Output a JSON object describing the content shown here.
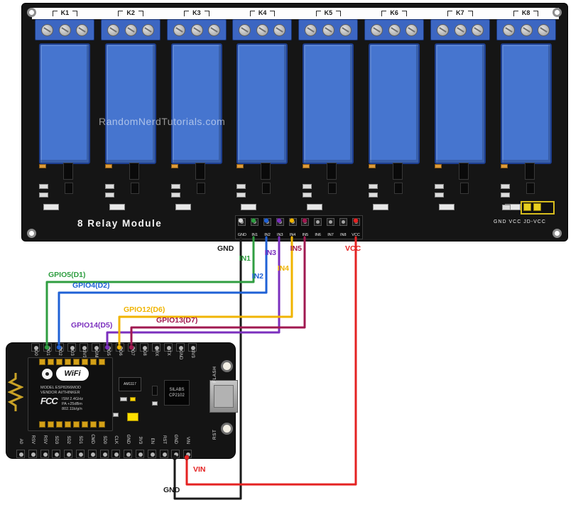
{
  "relay_module": {
    "title": "8 Relay Module",
    "watermark": "RandomNerdTutorials.com",
    "relay_labels": [
      "K1",
      "K2",
      "K3",
      "K4",
      "K5",
      "K6",
      "K7",
      "K8"
    ],
    "header_pins": [
      "GND",
      "IN1",
      "IN2",
      "IN3",
      "IN4",
      "IN5",
      "IN6",
      "IN7",
      "IN8",
      "VCC"
    ],
    "jumper_label": "GND VCC JD-VCC",
    "relay_color": "#4675cf",
    "terminal_color": "#3c66c2"
  },
  "nodemcu": {
    "top_pin_labels": [
      "D0",
      "D1",
      "D2",
      "D3",
      "3V3",
      "GND",
      "D5",
      "D6",
      "D7",
      "D8",
      "RX",
      "TX",
      "GND",
      "3V3"
    ],
    "bottom_pin_labels": [
      "A0",
      "RSV",
      "RSV",
      "SD3",
      "SD2",
      "SD1",
      "CMD",
      "SD0",
      "CLK",
      "GND",
      "3V3",
      "EN",
      "RST",
      "GND",
      "VIN"
    ],
    "wifi_logo_text": "WiFi",
    "esp_module": {
      "model_line": "MODEL ESP8266MOD",
      "vendor_line": "VENDOR AI/THINKER",
      "ism_line": "ISM 2.4GHz",
      "pa_line": "PA +25dBm",
      "wifi_std_line": "802.11b/g/n",
      "fcc_mark": "FCC"
    },
    "regulator_label": "AM1117",
    "usb_chip_line1": "SILABS",
    "usb_chip_line2": "CP2102",
    "flash_button_label": "FLASH",
    "reset_button_label": "RST"
  },
  "wires": {
    "gnd": {
      "label": "GND",
      "bottom_label": "GND",
      "color": "#1a1a1a",
      "pad": "#d6d6d6"
    },
    "in1": {
      "label": "IN1",
      "gpio_label": "GPIO5(D1)",
      "color": "#2f9e41"
    },
    "in2": {
      "label": "IN2",
      "gpio_label": "GPIO4(D2)",
      "color": "#1f61d6"
    },
    "in3": {
      "label": "IN3",
      "gpio_label": "GPIO14(D5)",
      "color": "#7b2fbe"
    },
    "in4": {
      "label": "IN4",
      "gpio_label": "GPIO12(D6)",
      "color": "#f0b400"
    },
    "in5": {
      "label": "IN5",
      "gpio_label": "GPIO13(D7)",
      "color": "#a01850"
    },
    "vcc": {
      "label": "VCC",
      "vin_label": "VIN",
      "color": "#e42222"
    }
  }
}
